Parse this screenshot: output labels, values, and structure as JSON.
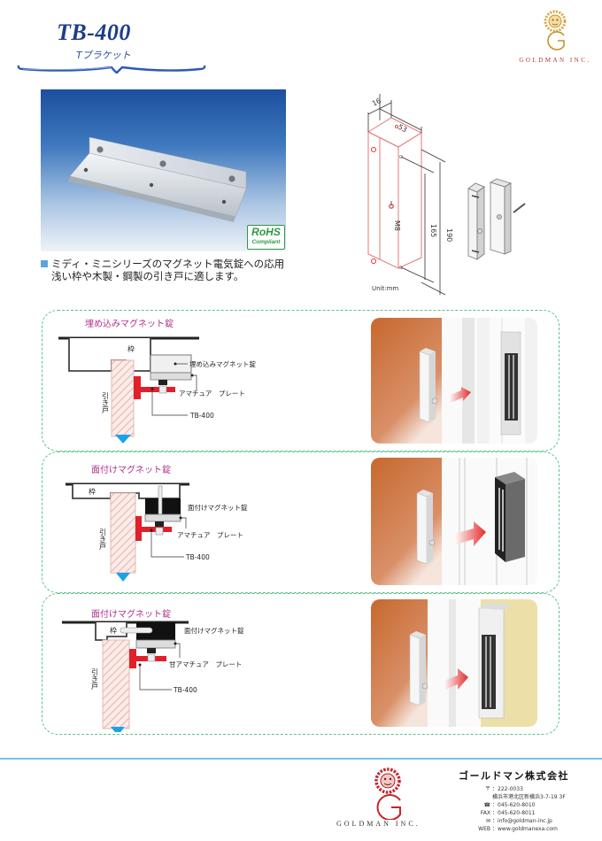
{
  "header": {
    "model": "TB-400",
    "subtitle": "Tブラケット",
    "brand": "GOLDMAN INC."
  },
  "product": {
    "badge_main": "RoHS",
    "badge_sub": "Compliant",
    "description_line1": "ミディ・ミニシリーズのマグネット電気錠への応用",
    "description_line2": "浅い枠や木製・鋼製の引き戸に適します。"
  },
  "dimensions": {
    "width_top": "16",
    "depth": "53",
    "hole_spacing": "165",
    "length": "190",
    "thread": "M8",
    "unit": "Unit:mm"
  },
  "sections": [
    {
      "title": "埋め込みマグネット錠",
      "frame_label": "枠",
      "door_label": "引き戸",
      "lock_label": "埋め込みマグネット錠",
      "plate_label": "アマチュア　プレート",
      "bracket_label": "TB-400"
    },
    {
      "title": "面付けマグネット錠",
      "frame_label": "枠",
      "door_label": "引き戸",
      "lock_label": "面付けマグネット錠",
      "plate_label": "アマチュア　プレート",
      "bracket_label": "TB-400"
    },
    {
      "title": "面付けマグネット錠",
      "frame_label": "枠",
      "door_label": "引き戸",
      "lock_label": "面付けマグネット錠",
      "plate_label": "甘アマチュア　プレート",
      "bracket_label": "TB-400"
    }
  ],
  "footer": {
    "company": "ゴールドマン株式会社",
    "brand": "GOLDMAN INC.",
    "postal_label": "〒",
    "postal": "：222-0033",
    "address": "横浜市港北区新横浜3-7-19 3F",
    "tel_label": "☎",
    "tel": "：045-620-8010",
    "fax_label": "FAX",
    "fax": "：045-620-8011",
    "email_label": "✉",
    "email": "：info@goldman-inc.jp",
    "web_label": "WEB",
    "web": "：www.goldmanexa.com"
  },
  "colors": {
    "title_blue": "#1e3d8a",
    "section_border": "#5cc28c",
    "section_title": "#b0308c",
    "bracket_red": "#e0202a",
    "arrow_blue": "#1aa3e8",
    "footer_line": "#7cc1e6"
  }
}
